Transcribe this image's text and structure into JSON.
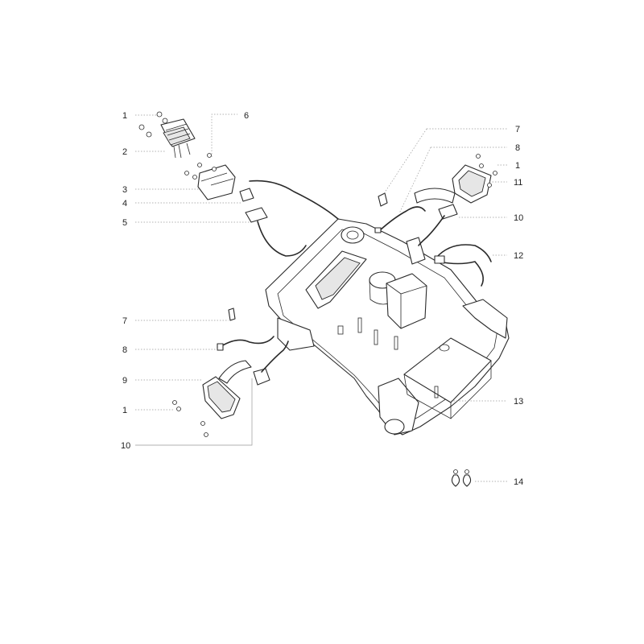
{
  "callouts": [
    {
      "label": "1"
    },
    {
      "label": "2"
    },
    {
      "label": "3"
    },
    {
      "label": "4"
    },
    {
      "label": "5"
    },
    {
      "label": "6"
    },
    {
      "label": "7"
    },
    {
      "label": "8"
    },
    {
      "label": "1"
    },
    {
      "label": "11"
    },
    {
      "label": "10"
    },
    {
      "label": "12"
    },
    {
      "label": "7"
    },
    {
      "label": "8"
    },
    {
      "label": "9"
    },
    {
      "label": "1"
    },
    {
      "label": "10"
    },
    {
      "label": "13"
    },
    {
      "label": "14"
    }
  ]
}
